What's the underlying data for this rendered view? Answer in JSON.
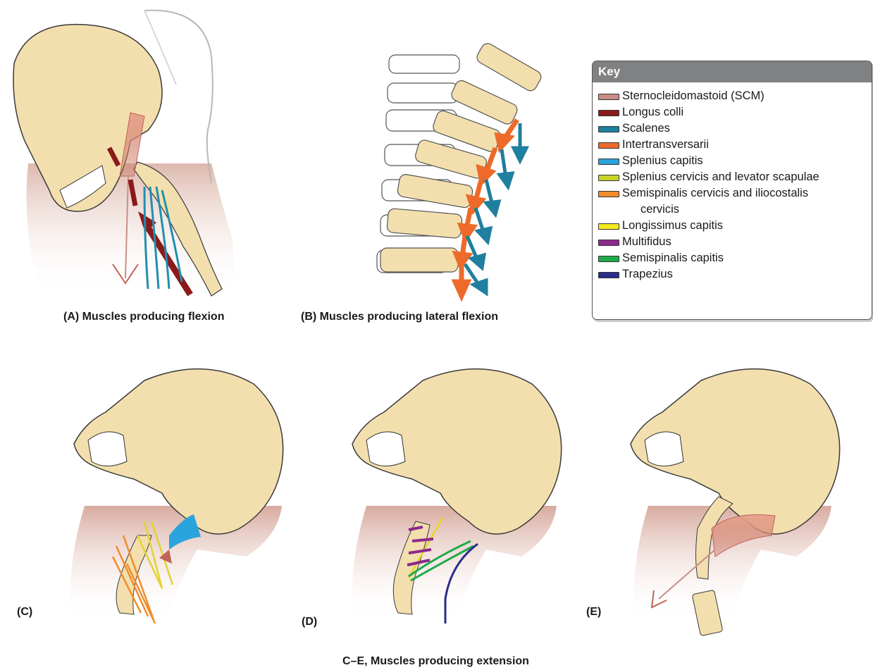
{
  "captions": {
    "a": "(A) Muscles producing flexion",
    "b": "(B) Muscles producing lateral flexion",
    "ce": "C–E, Muscles producing extension"
  },
  "panel_labels": {
    "c": "(C)",
    "d": "(D)",
    "e": "(E)"
  },
  "key": {
    "title": "Key",
    "items": [
      {
        "label": "Sternocleidomastoid (SCM)",
        "color": "#c98f86"
      },
      {
        "label": "Longus colli",
        "color": "#8b1a1a"
      },
      {
        "label": "Scalenes",
        "color": "#1f7f9e"
      },
      {
        "label": "Intertransversarii",
        "color": "#ee6a2a"
      },
      {
        "label": "Splenius capitis",
        "color": "#2aa4dc"
      },
      {
        "label": "Splenius cervicis and levator scapulae",
        "color": "#c8d42a"
      },
      {
        "label": "Semispinalis cervicis and iliocostalis",
        "label_cont": "cervicis",
        "color": "#f08d2a"
      },
      {
        "label": "Longissimus capitis",
        "color": "#f4ea1c"
      },
      {
        "label": "Multifidus",
        "color": "#8c2a8c"
      },
      {
        "label": "Semispinalis capitis",
        "color": "#1faa4a"
      },
      {
        "label": "Trapezius",
        "color": "#2a2d8c"
      }
    ]
  }
}
